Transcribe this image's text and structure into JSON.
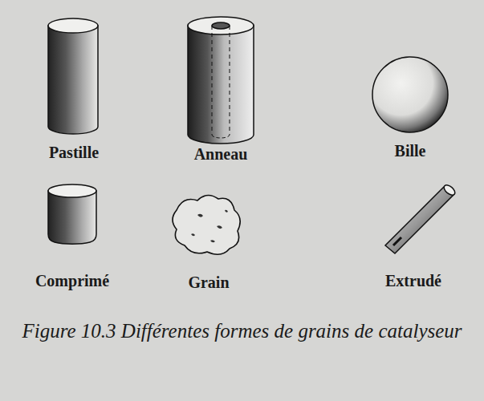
{
  "diagram": {
    "caption": "Figure 10.3 Différentes formes de grains de catalyseur",
    "labels": [
      "Pastille",
      "Anneau",
      "Bille",
      "Comprimé",
      "Grain",
      "Extrudé"
    ]
  }
}
